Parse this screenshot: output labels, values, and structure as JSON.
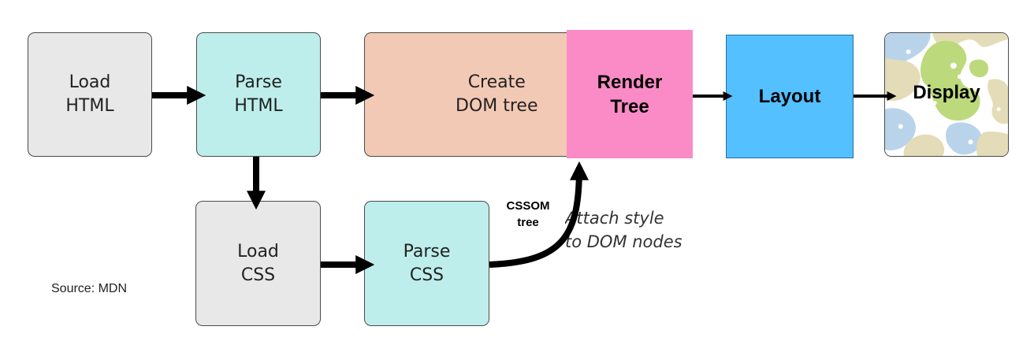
{
  "nodes": {
    "load_html": "Load\nHTML",
    "parse_html": "Parse\nHTML",
    "create_dom": "Create\nDOM tree",
    "render_tree": "Render\nTree",
    "layout": "Layout",
    "display": "Display",
    "load_css": "Load\nCSS",
    "parse_css": "Parse\nCSS"
  },
  "labels": {
    "cssom": "CSSOM\ntree",
    "attach": "Attach style\nto DOM nodes",
    "source": "Source: MDN"
  },
  "colors": {
    "grey": "#e8e8e8",
    "cyan": "#bdeeec",
    "peach": "#f2c9b5",
    "render_pink": "#fb8bc6",
    "layout_blue": "#54c0ff",
    "arrow": "#000000"
  },
  "icons": {
    "display_art": "abstract-blob-pattern"
  }
}
